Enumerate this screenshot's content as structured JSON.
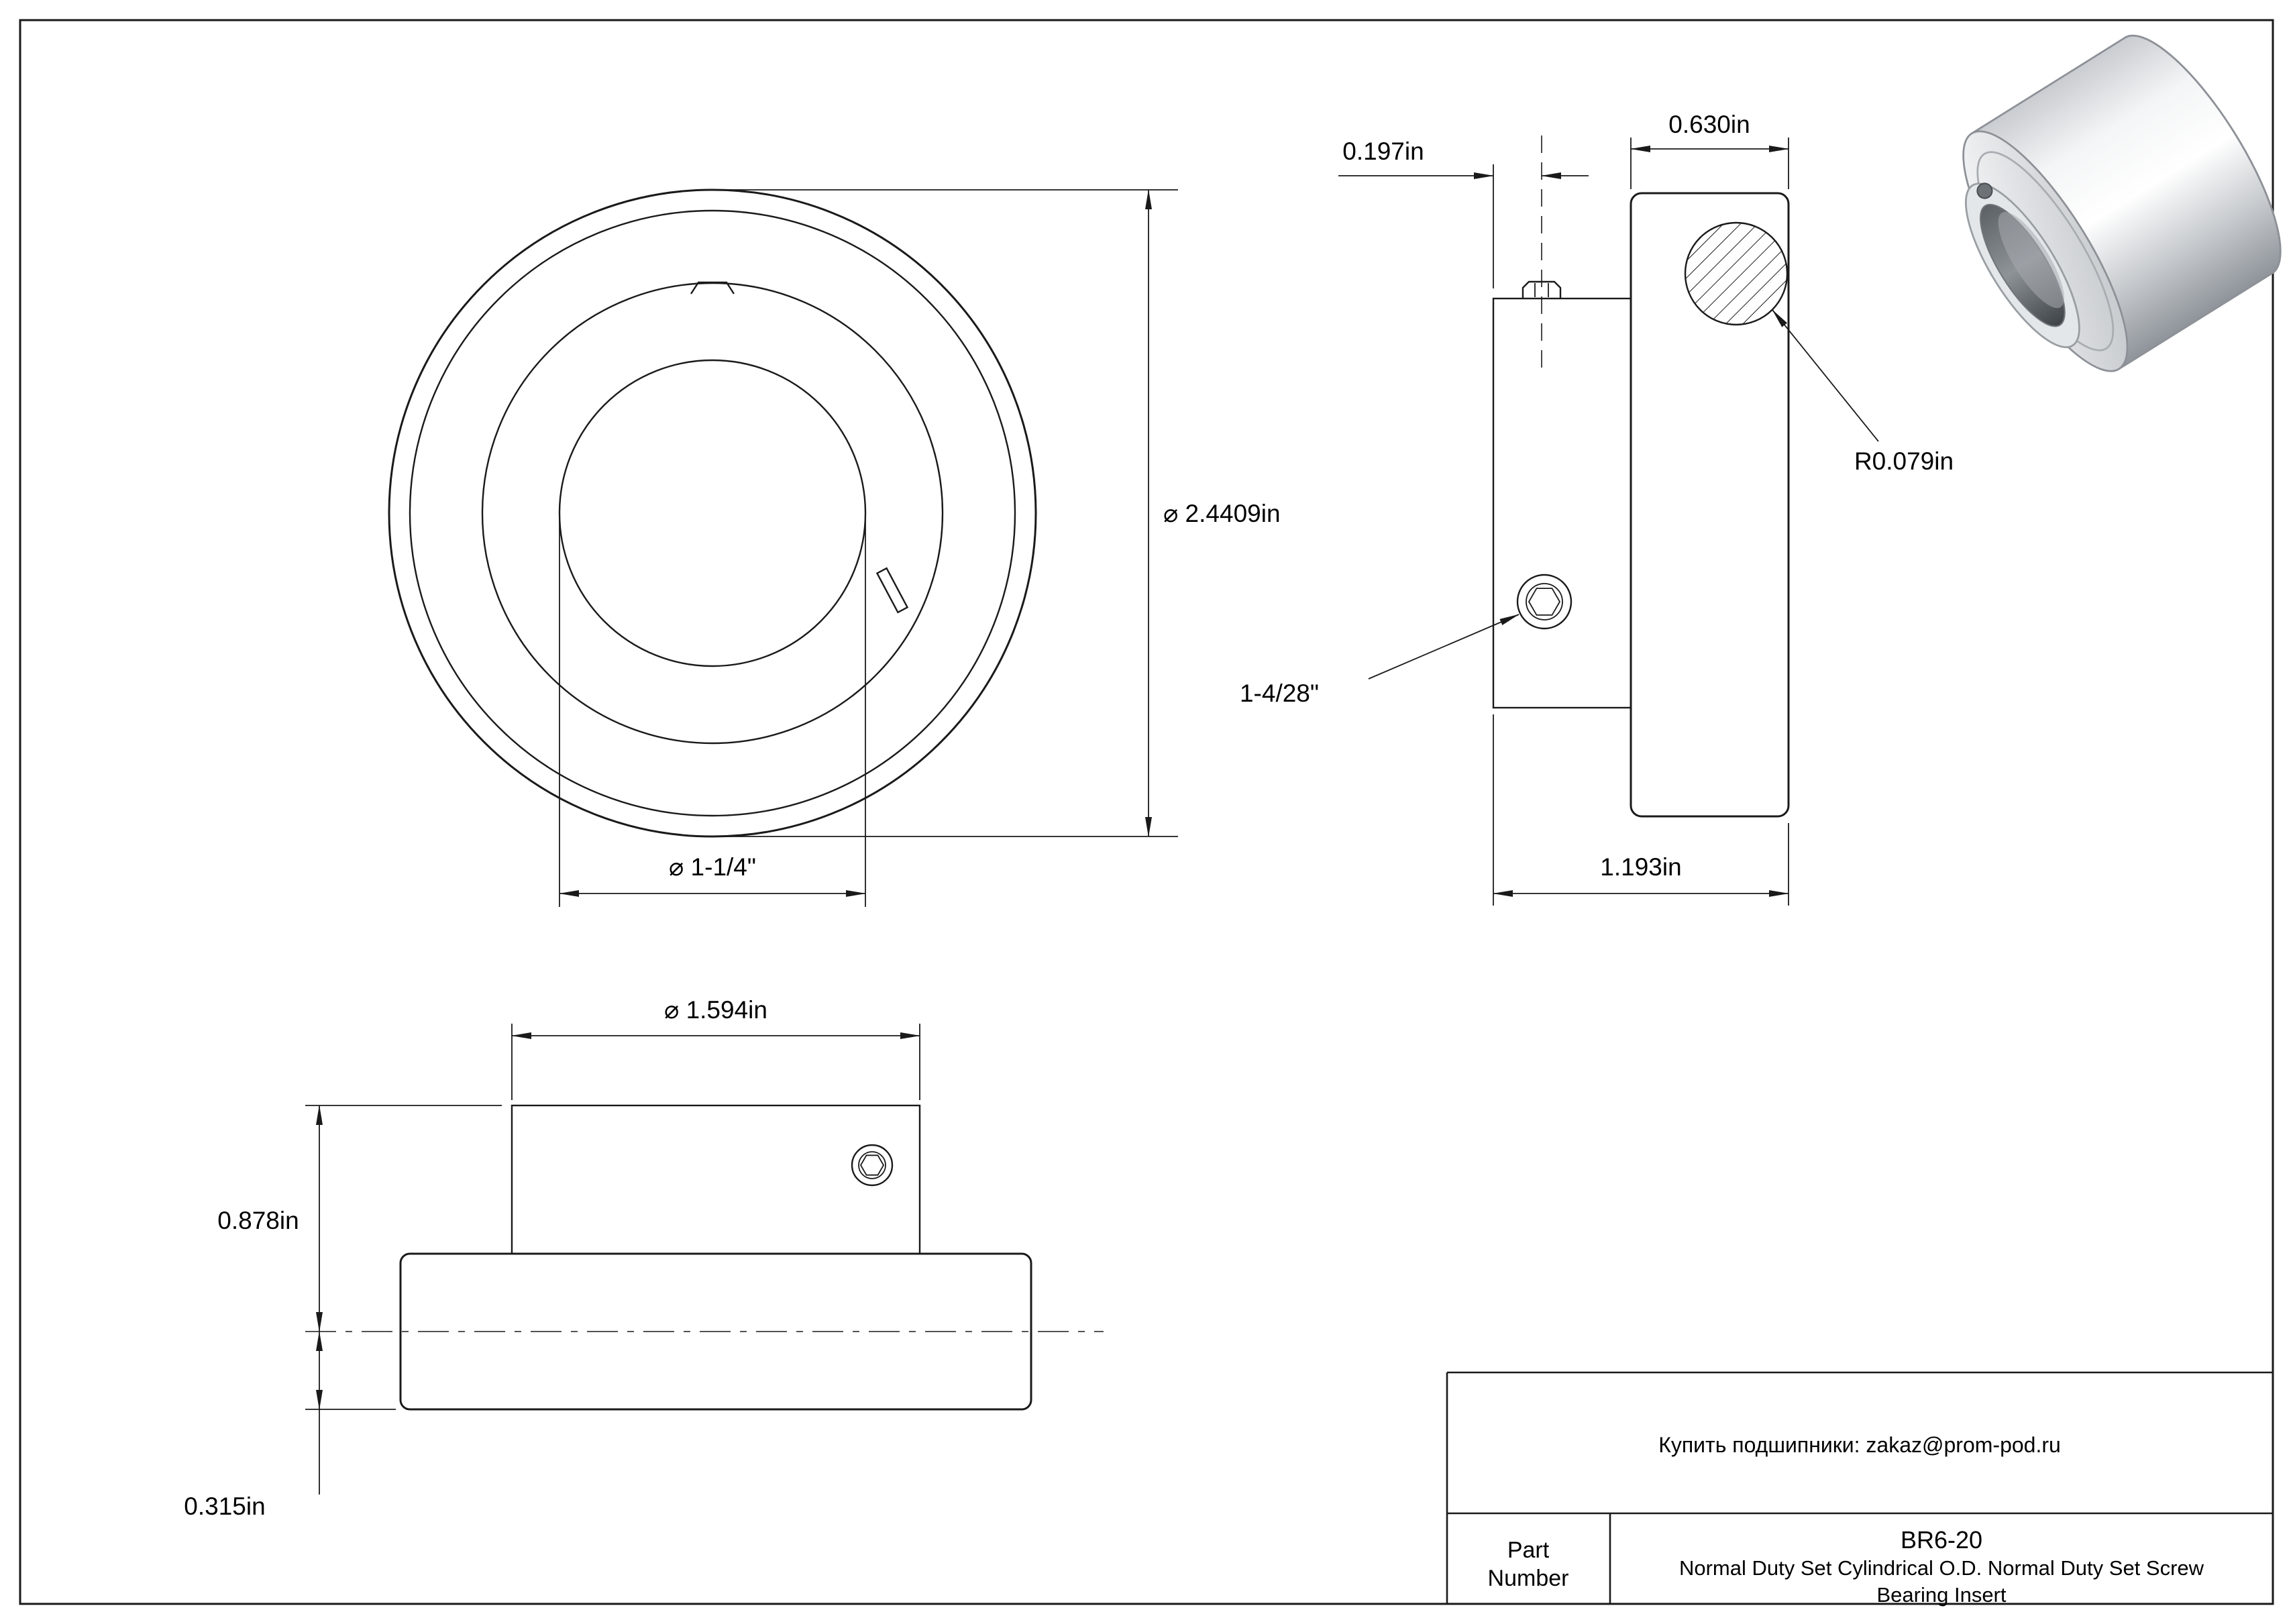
{
  "drawing": {
    "front_view": {
      "od_label": "⌀ 2.4409in",
      "bore_label": "⌀ 1-1/4\""
    },
    "section_view": {
      "offset_label": "0.197in",
      "width_label": "0.630in",
      "radius_label": "R0.079in",
      "thread_label": "1-4/28\"",
      "total_width_label": "1.193in"
    },
    "side_view": {
      "sleeve_od_label": "⌀ 1.594in",
      "height_label": "0.878in",
      "base_label": "0.315in"
    }
  },
  "title_block": {
    "vendor_line": "Купить подшипники: zakaz@prom-pod.ru",
    "part_label_line1": "Part",
    "part_label_line2": "Number",
    "part_number": "BR6-20",
    "description": "Normal Duty Set Cylindrical O.D. Normal Duty Set Screw Bearing Insert"
  }
}
